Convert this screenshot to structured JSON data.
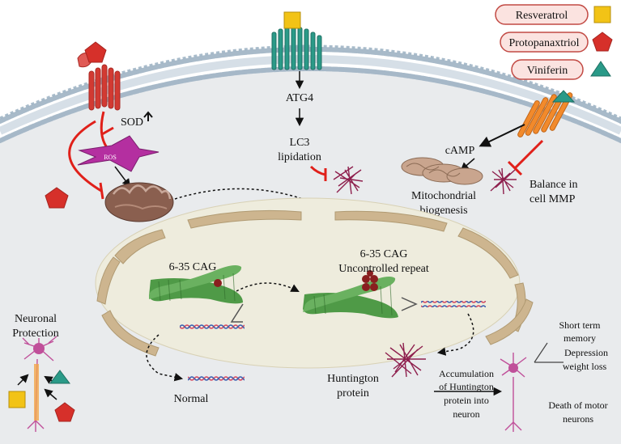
{
  "legend": [
    {
      "label": "Resveratrol",
      "shape": "square",
      "color": "#f2c316"
    },
    {
      "label": "Protopanaxtriol",
      "shape": "pentagon",
      "color": "#d6302a"
    },
    {
      "label": "Viniferin",
      "shape": "triangle",
      "color": "#2a9a88"
    }
  ],
  "membrane": {
    "sod": "SOD",
    "ros": "ROS",
    "atg4": "ATG4",
    "lc3_line1": "LC3",
    "lc3_line2": "lipidation",
    "camp": "cAMP",
    "mito_line1": "Mitochondrial",
    "mito_line2": "biogenesis",
    "mmp_line1": "Balance in",
    "mmp_line2": "cell MMP"
  },
  "nucleus": {
    "cag_normal": "6-35 CAG",
    "cag_repeat_line1": "6-35 CAG",
    "cag_repeat_line2": "Uncontrolled repeat",
    "normal": "Normal"
  },
  "bottom": {
    "neuronal_line1": "Neuronal",
    "neuronal_line2": "Protection",
    "htt_line1": "Huntington",
    "htt_line2": "protein",
    "accum_line1": "Accumulation",
    "accum_line2": "of Huntington",
    "accum_line3": "protein into",
    "accum_line4": "neuron",
    "symptom1": "Short term",
    "symptom2": "memory",
    "symptom3": "Depression",
    "symptom4": "weight loss",
    "death_line1": "Death of motor",
    "death_line2": "neurons"
  },
  "colors": {
    "membrane": "#a9bccb",
    "cytoplasm": "#e9ebed",
    "nucleus": "#eeecdd",
    "envelope": "#cdb58f",
    "chromosome": "#4f9a47",
    "inhibit_red": "#e0201a",
    "receptor_red": "#d23a32",
    "receptor_teal": "#2b9a88",
    "receptor_orange": "#f28a2b",
    "ros_magenta": "#b42fa0",
    "protein": "#8e1f4d",
    "mito": "#9a6a52"
  }
}
